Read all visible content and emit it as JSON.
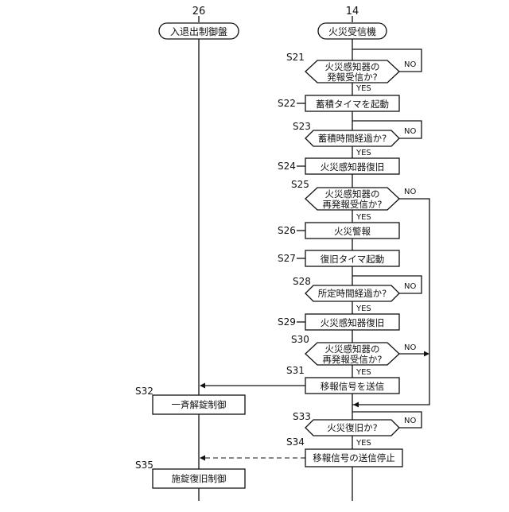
{
  "lanes": {
    "left": {
      "ref": "26",
      "title": "入退出制御盤"
    },
    "right": {
      "ref": "14",
      "title": "火災受信機"
    }
  },
  "decisions": {
    "s21": {
      "step": "S21",
      "lines": [
        "火災感知器の",
        "発報受信か?"
      ]
    },
    "s23": {
      "step": "S23",
      "lines": [
        "蓄積時間経過か?"
      ]
    },
    "s25": {
      "step": "S25",
      "lines": [
        "火災感知器の",
        "再発報受信か?"
      ]
    },
    "s28": {
      "step": "S28",
      "lines": [
        "所定時間経過か?"
      ]
    },
    "s30": {
      "step": "S30",
      "lines": [
        "火災感知器の",
        "再発報受信か?"
      ]
    },
    "s33": {
      "step": "S33",
      "lines": [
        "火災復旧か?"
      ]
    }
  },
  "processes": {
    "s22": {
      "step": "S22",
      "label": "蓄積タイマを起動"
    },
    "s24": {
      "step": "S24",
      "label": "火災感知器復旧"
    },
    "s26": {
      "step": "S26",
      "label": "火災警報"
    },
    "s27": {
      "step": "S27",
      "label": "復旧タイマ起動"
    },
    "s29": {
      "step": "S29",
      "label": "火災感知器復旧"
    },
    "s31": {
      "step": "S31",
      "label": "移報信号を送信"
    },
    "s32": {
      "step": "S32",
      "label": "一斉解錠制御"
    },
    "s34": {
      "step": "S34",
      "label": "移報信号の送信停止"
    },
    "s35": {
      "step": "S35",
      "label": "施錠復旧制御"
    }
  },
  "labels": {
    "yes": "YES",
    "no": "NO"
  }
}
